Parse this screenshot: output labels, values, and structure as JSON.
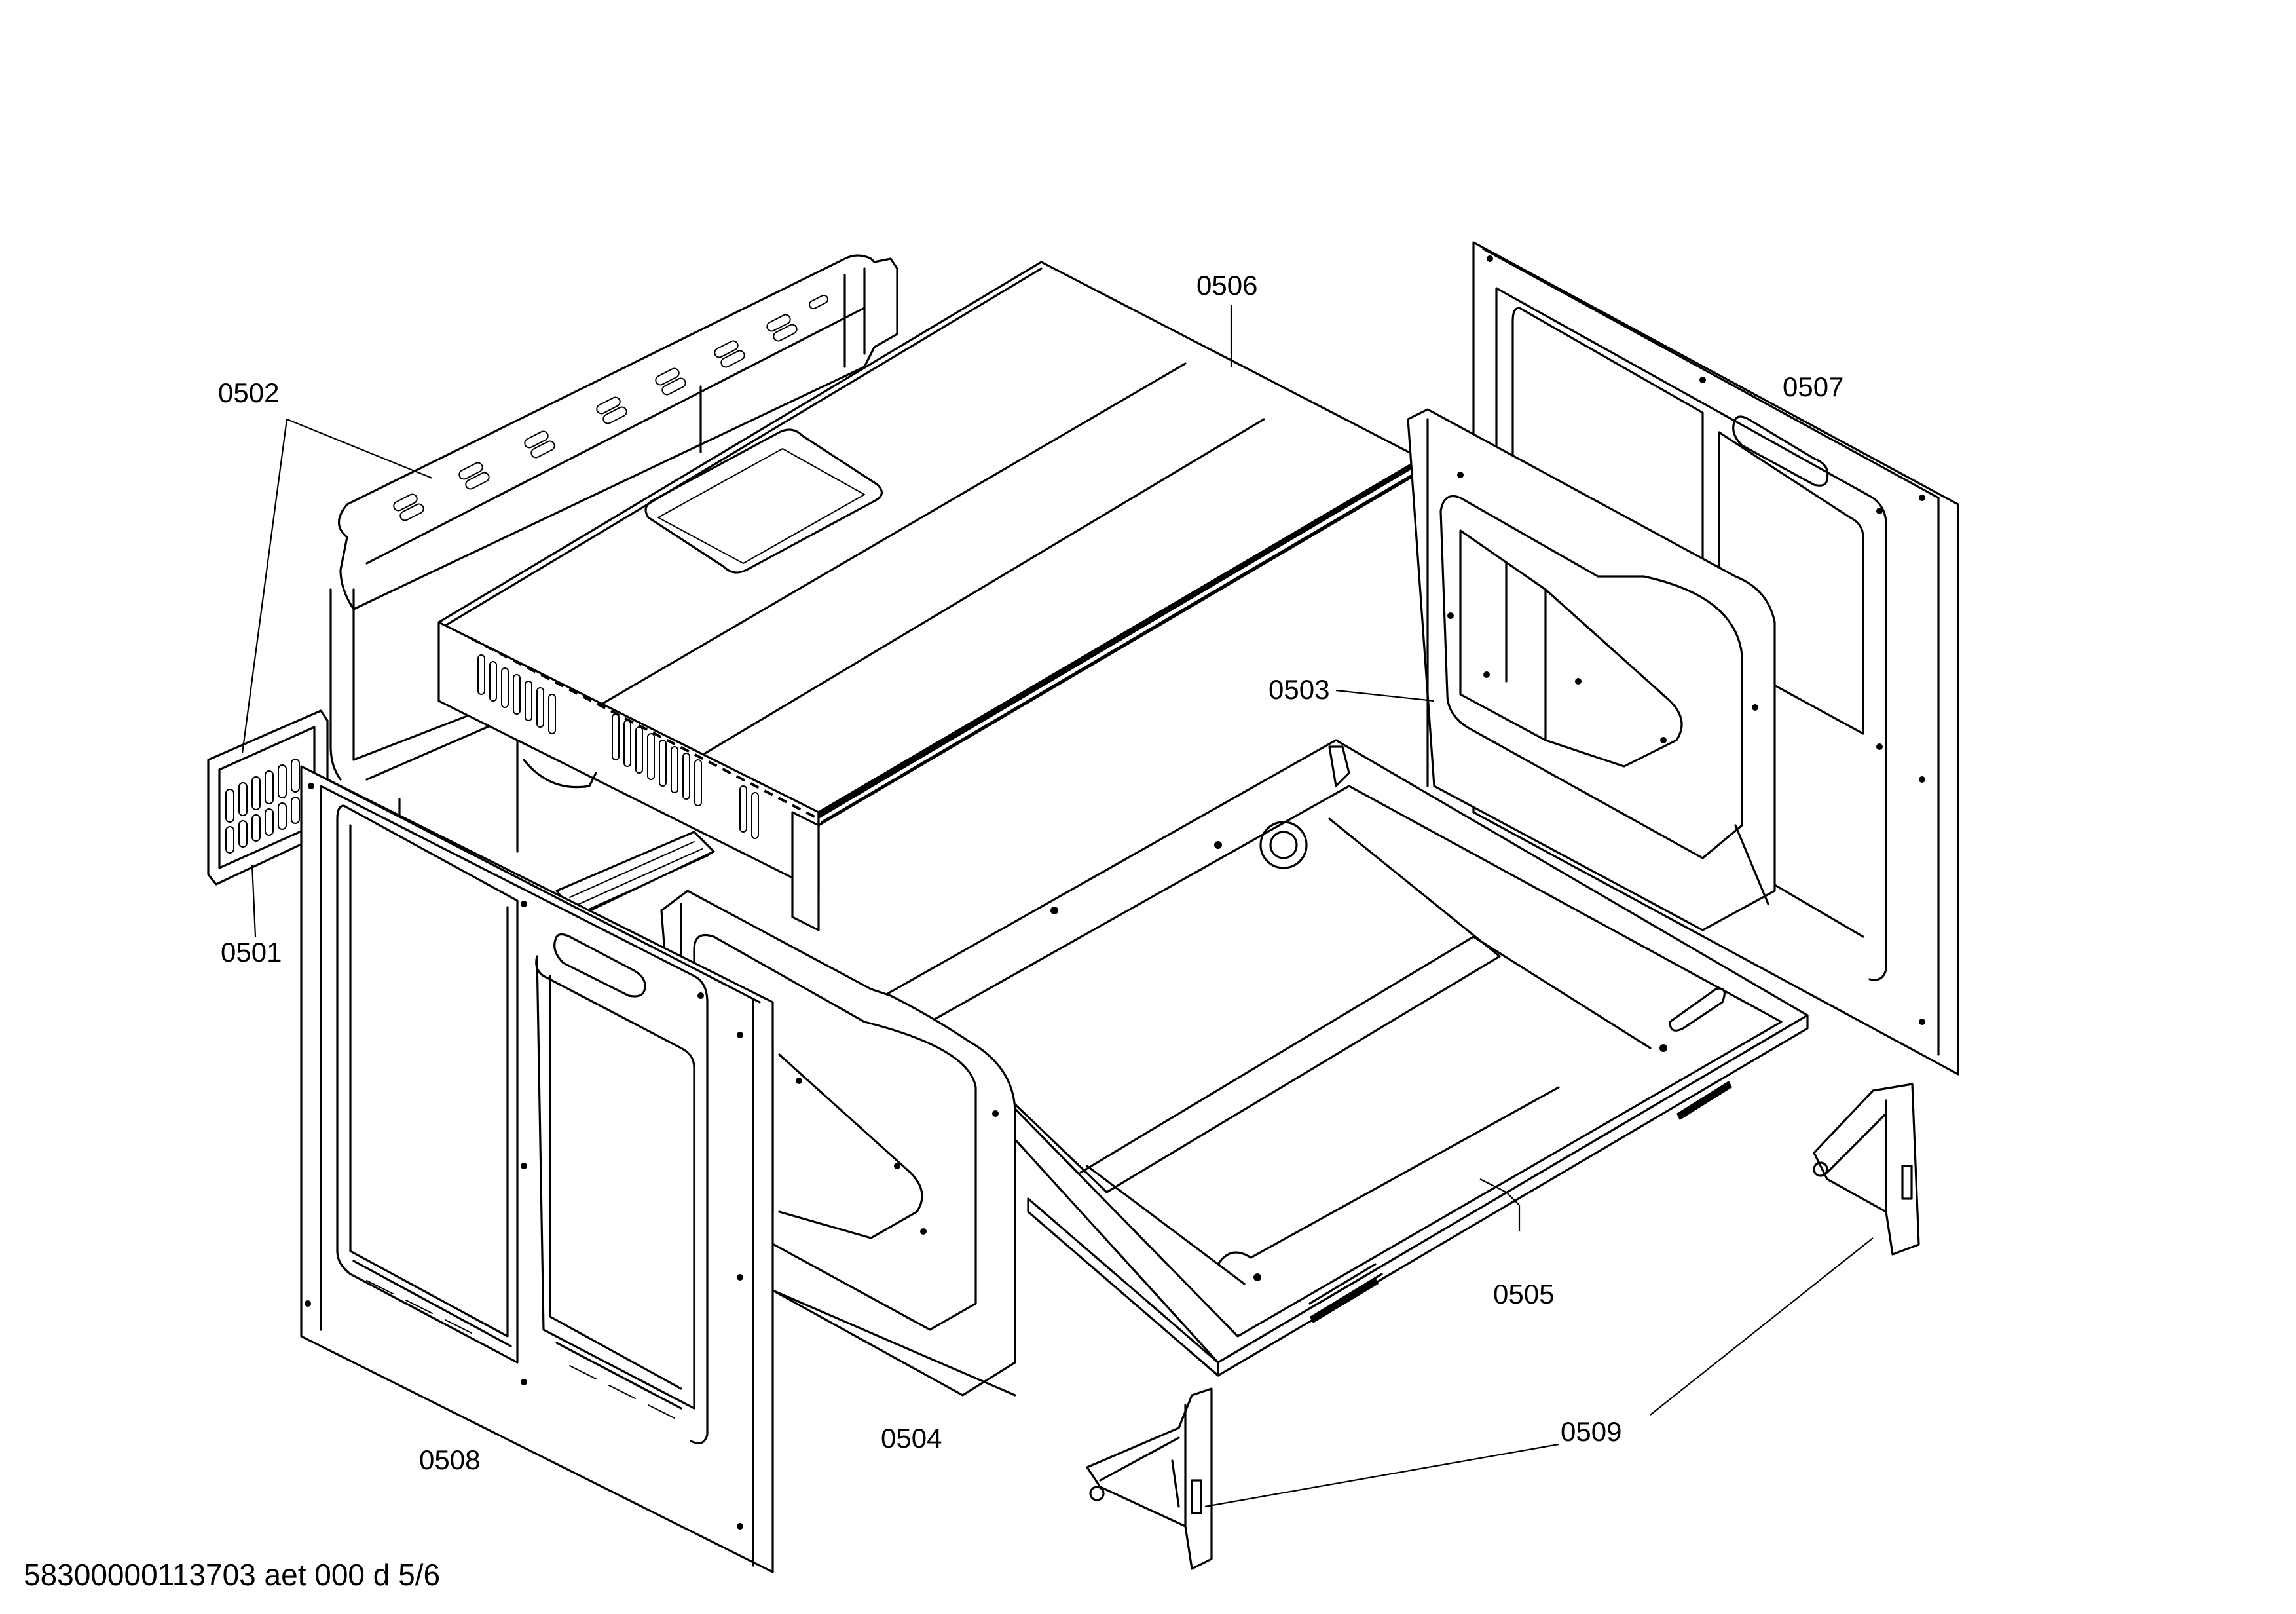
{
  "diagram": {
    "parts": [
      {
        "id": "0501",
        "label": "0501"
      },
      {
        "id": "0502",
        "label": "0502"
      },
      {
        "id": "0503",
        "label": "0503"
      },
      {
        "id": "0504",
        "label": "0504"
      },
      {
        "id": "0505",
        "label": "0505"
      },
      {
        "id": "0506",
        "label": "0506"
      },
      {
        "id": "0507",
        "label": "0507"
      },
      {
        "id": "0508",
        "label": "0508"
      },
      {
        "id": "0509",
        "label": "0509"
      }
    ],
    "footer": "58300000113703 aet 000 d 5/6"
  }
}
